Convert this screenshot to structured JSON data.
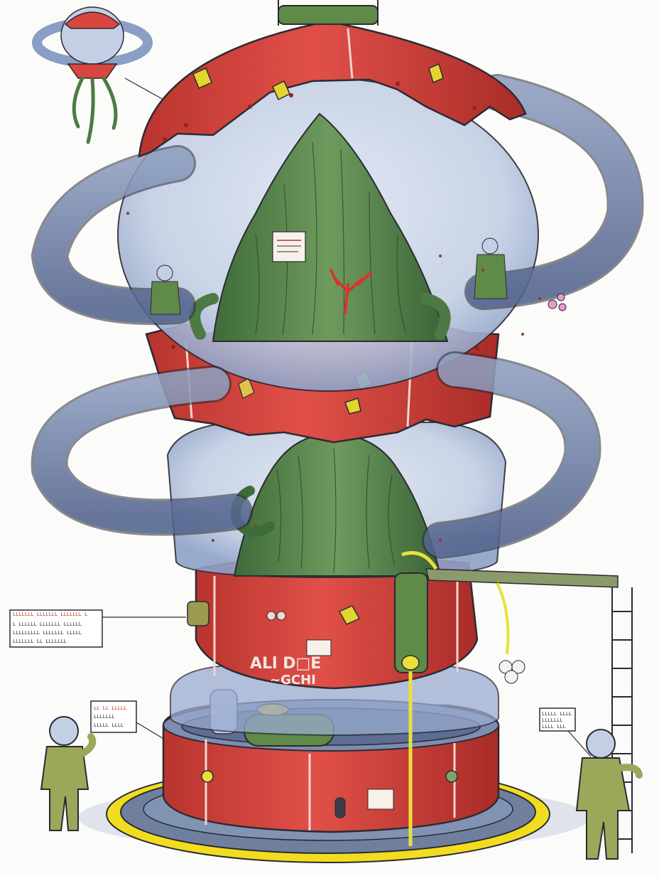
{
  "artwork": {
    "colors": {
      "background": "#fbfbf9",
      "hull_red": "#d9463f",
      "hull_red_dark": "#a92c28",
      "glass_blue": "#6f87b8",
      "glass_blue_light": "#9fb3d8",
      "creature_green": "#4d7a44",
      "creature_green_light": "#7fa56a",
      "suit_green": "#9aa85a",
      "hazard_yellow": "#f2dc1f",
      "outline": "#2c2a33"
    },
    "labels": {
      "left_panel_lines": [
        "LLLLLLL  LLLLLLL  LLLLLLL  L",
        "L LLLLLL  LLLLLLL  LLLLLL",
        "LLLLLLLLL  LLLLLLL  LLLLL",
        "LLLLLLL  LL  LLLLLLL"
      ],
      "small_panel_lines": [
        "LL LL LLLLL",
        "LLLLLLL",
        "LLLLL LLLL"
      ],
      "right_panel_lines": [
        "LLLLL LLLL",
        "LLLLLLL",
        "LLLL LLL"
      ],
      "hull_stencil_line1": "ALl D□E",
      "hull_stencil_line2": "~GCHI"
    }
  }
}
